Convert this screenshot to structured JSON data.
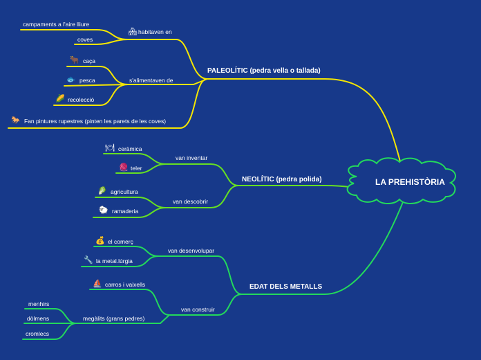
{
  "root": {
    "label": "LA PREHISTÒRIA"
  },
  "colors": {
    "background": "#17398a",
    "paleolithic": "#f5e600",
    "neolithic": "#66e022",
    "metals": "#23d95b",
    "text": "#ffffff"
  },
  "paleolitic": {
    "label": "PALEOLÍTIC (pedra vella o tallada)",
    "habitaven": {
      "label": "habitaven en",
      "icon": "house-icon",
      "glyph": "🏘",
      "items": [
        "campaments a l'aire lliure",
        "coves"
      ]
    },
    "alimentaven": {
      "label": "s'alimentaven de",
      "items": [
        {
          "label": "caça",
          "icon": "bull-icon",
          "glyph": "🐂"
        },
        {
          "label": "pesca",
          "icon": "fish-icon",
          "glyph": "🐟"
        },
        {
          "label": "recolecció",
          "icon": "corn-icon",
          "glyph": "🌽"
        }
      ]
    },
    "pintures": {
      "label": "Fan pintures rupestres (pinten les parets de les coves)",
      "icon": "horse-icon",
      "glyph": "🐎"
    }
  },
  "neolitic": {
    "label": "NEOLÍTIC (pedra polida)",
    "inventar": {
      "label": "van inventar",
      "items": [
        {
          "label": "ceràmica",
          "icon": "plate-icon",
          "glyph": "🍽"
        },
        {
          "label": "teler",
          "icon": "yarn-icon",
          "glyph": "🧶"
        }
      ]
    },
    "descobrir": {
      "label": "van descobrir",
      "items": [
        {
          "label": "agricultura",
          "icon": "lettuce-icon",
          "glyph": "🥬"
        },
        {
          "label": "ramaderia",
          "icon": "sheep-icon",
          "glyph": "🐑"
        }
      ]
    }
  },
  "metalls": {
    "label": "EDAT DELS METALLS",
    "desenvolupar": {
      "label": "van desenvolupar",
      "items": [
        {
          "label": "el comerç",
          "icon": "money-bag-icon",
          "glyph": "💰"
        },
        {
          "label": "la metal.lúrgia",
          "icon": "tools-icon",
          "glyph": "🔧"
        }
      ]
    },
    "construir": {
      "label": "van construir",
      "carros": {
        "label": "carros i  vaixells",
        "icon": "boat-icon",
        "glyph": "⛵"
      },
      "megalits": {
        "label": "megàlits (grans pedres)",
        "items": [
          "menhirs",
          "dòlmens",
          "cromlecs"
        ]
      }
    }
  }
}
